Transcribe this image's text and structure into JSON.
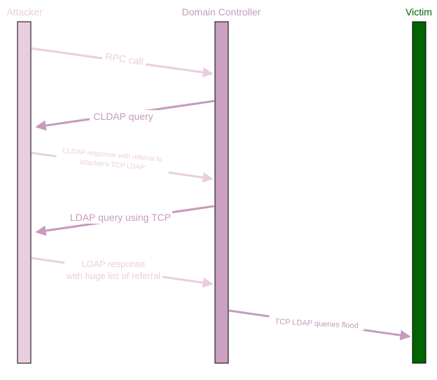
{
  "actors": {
    "attacker": {
      "label": "Attacker",
      "color": "#e8cfe0",
      "text_color": "#e8cfe0"
    },
    "dc": {
      "label": "Domain Controller",
      "color": "#cba0c0",
      "text_color": "#c89abc"
    },
    "victim": {
      "label": "Victim",
      "color": "#006400",
      "text_color": "#006400"
    }
  },
  "messages": [
    {
      "id": "rpc-call",
      "lines": [
        "RPC call"
      ],
      "color": "#e8cfe0"
    },
    {
      "id": "cldap-query",
      "lines": [
        "CLDAP query"
      ],
      "color": "#c89abc"
    },
    {
      "id": "cldap-response",
      "lines": [
        "CLDAP response with referral to",
        "attacker's TCP LDAP"
      ],
      "color": "#e8cfe0"
    },
    {
      "id": "ldap-query-tcp",
      "lines": [
        "LDAP query using TCP"
      ],
      "color": "#c89abc"
    },
    {
      "id": "ldap-response",
      "lines": [
        "LDAP response",
        "with huge list of referral"
      ],
      "color": "#e8cfe0"
    },
    {
      "id": "tcp-flood",
      "lines": [
        "TCP LDAP queries flood"
      ],
      "color": "#c89abc"
    }
  ]
}
